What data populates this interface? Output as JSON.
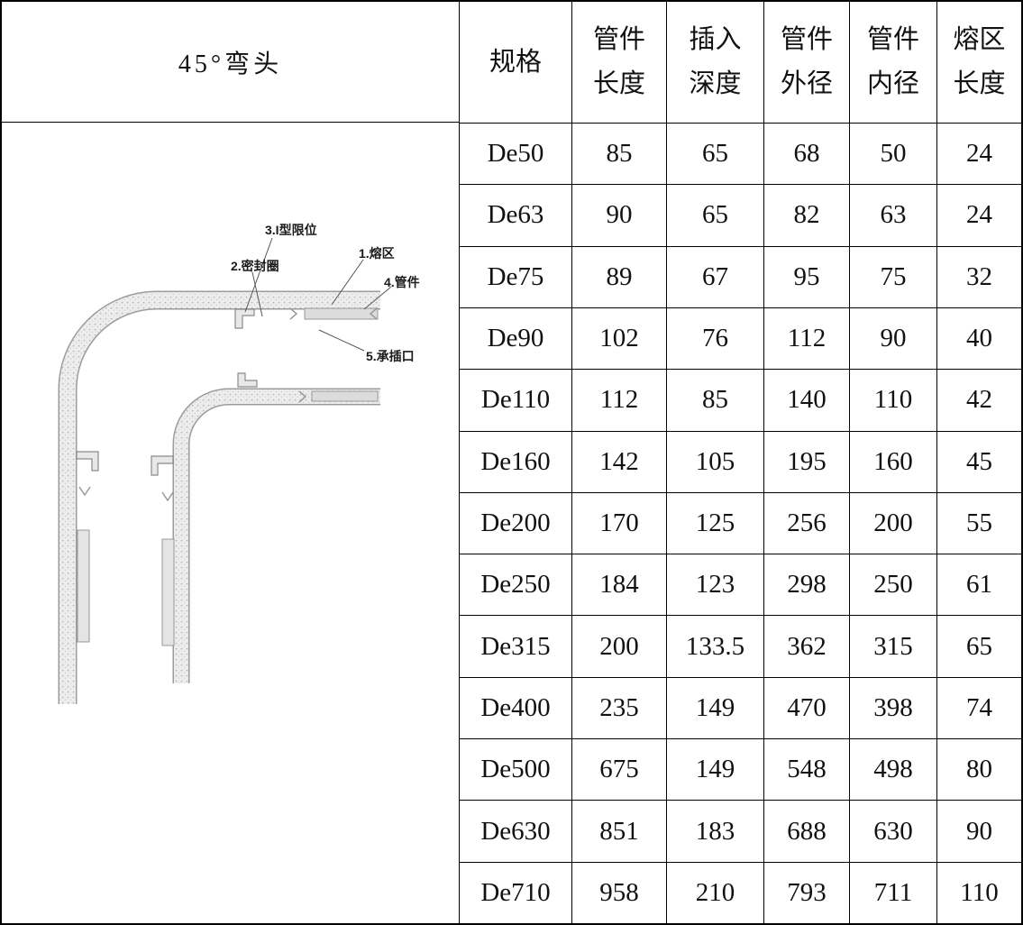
{
  "title": "45°弯头",
  "diagram": {
    "labels": {
      "limit": "3.I型限位",
      "seal": "2.密封圈",
      "fusion": "1.熔区",
      "pipe": "4.管件",
      "socket": "5.承插口"
    }
  },
  "table": {
    "headers": [
      {
        "line1": "规格",
        "line2": ""
      },
      {
        "line1": "管件",
        "line2": "长度"
      },
      {
        "line1": "插入",
        "line2": "深度"
      },
      {
        "line1": "管件",
        "line2": "外径"
      },
      {
        "line1": "管件",
        "line2": "内径"
      },
      {
        "line1": "熔区",
        "line2": "长度"
      }
    ],
    "rows": [
      [
        "De50",
        "85",
        "65",
        "68",
        "50",
        "24"
      ],
      [
        "De63",
        "90",
        "65",
        "82",
        "63",
        "24"
      ],
      [
        "De75",
        "89",
        "67",
        "95",
        "75",
        "32"
      ],
      [
        "De90",
        "102",
        "76",
        "112",
        "90",
        "40"
      ],
      [
        "De110",
        "112",
        "85",
        "140",
        "110",
        "42"
      ],
      [
        "De160",
        "142",
        "105",
        "195",
        "160",
        "45"
      ],
      [
        "De200",
        "170",
        "125",
        "256",
        "200",
        "55"
      ],
      [
        "De250",
        "184",
        "123",
        "298",
        "250",
        "61"
      ],
      [
        "De315",
        "200",
        "133.5",
        "362",
        "315",
        "65"
      ],
      [
        "De400",
        "235",
        "149",
        "470",
        "398",
        "74"
      ],
      [
        "De500",
        "675",
        "149",
        "548",
        "498",
        "80"
      ],
      [
        "De630",
        "851",
        "183",
        "688",
        "630",
        "90"
      ],
      [
        "De710",
        "958",
        "210",
        "793",
        "711",
        "110"
      ]
    ]
  }
}
